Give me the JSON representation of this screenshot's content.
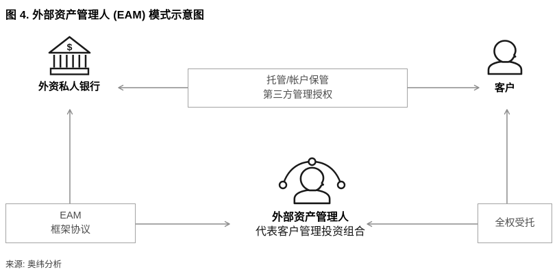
{
  "title": "图 4. 外部资产管理人 (EAM) 模式示意图",
  "nodes": {
    "bank": {
      "label": "外资私人银行",
      "icon": "bank-icon"
    },
    "client": {
      "label": "客户",
      "icon": "client-person-icon"
    },
    "eam": {
      "label": "外部资产管理人",
      "sublabel": "代表客户管理投资组合",
      "icon": "eam-network-person-icon"
    }
  },
  "boxes": {
    "custody": {
      "line1": "托管/帐户保管",
      "line2": "第三方管理授权"
    },
    "agreement": {
      "line1": "EAM",
      "line2": "框架协议"
    },
    "mandate": {
      "line1": "全权受托"
    }
  },
  "source": "来源: 奥纬分析",
  "colors": {
    "arrow": "#8c8c8c",
    "box_border": "#a3a3a3",
    "box_text": "#4d4d4d",
    "icon_stroke": "#1a1a1a",
    "text": "#000000"
  }
}
